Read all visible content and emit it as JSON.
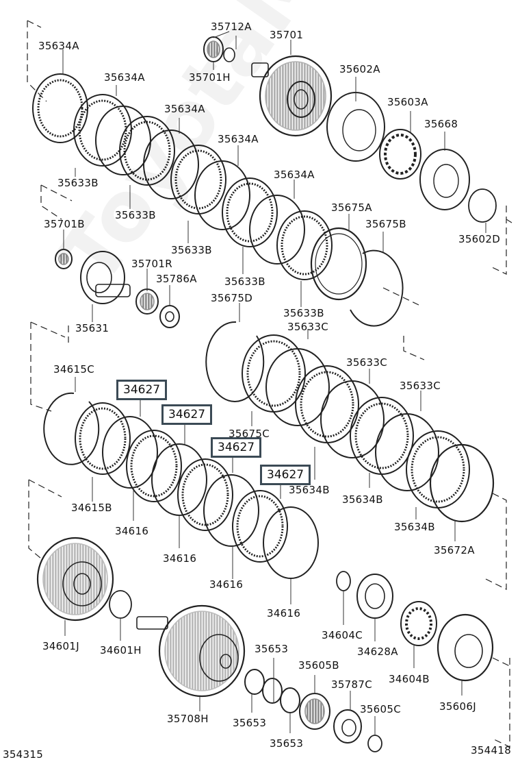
{
  "watermark": "ToyotaMatrix.ru",
  "labels": {
    "l_35634A_1": "35634A",
    "l_35634A_2": "35634A",
    "l_35634A_3": "35634A",
    "l_35634A_4": "35634A",
    "l_35634A_5": "35634A",
    "l_35712A": "35712A",
    "l_35701": "35701",
    "l_35701H": "35701H",
    "l_35602A": "35602A",
    "l_35603A": "35603A",
    "l_35668": "35668",
    "l_35602D": "35602D",
    "l_35633B_1": "35633B",
    "l_35633B_2": "35633B",
    "l_35633B_3": "35633B",
    "l_35633B_4": "35633B",
    "l_35633B_5": "35633B",
    "l_35675A": "35675A",
    "l_35675B": "35675B",
    "l_35701B": "35701B",
    "l_35701R": "35701R",
    "l_35786A": "35786A",
    "l_35631": "35631",
    "l_35675D": "35675D",
    "l_35633C_1": "35633C",
    "l_35633C_2": "35633C",
    "l_35633C_3": "35633C",
    "l_34615C": "34615C",
    "l_35675C": "35675C",
    "l_34615B": "34615B",
    "l_34616_1": "34616",
    "l_34616_2": "34616",
    "l_34616_3": "34616",
    "l_34616_4": "34616",
    "l_35634B_1": "35634B",
    "l_35634B_2": "35634B",
    "l_35634B_3": "35634B",
    "l_35672A": "35672A",
    "l_34604C": "34604C",
    "l_34628A": "34628A",
    "l_34604B": "34604B",
    "l_34601J": "34601J",
    "l_34601H": "34601H",
    "l_35653_1": "35653",
    "l_35653_2": "35653",
    "l_35653_3": "35653",
    "l_35605B": "35605B",
    "l_35787C": "35787C",
    "l_35605C": "35605C",
    "l_35606J": "35606J",
    "l_35708H": "35708H",
    "l_354315": "354315",
    "l_354418": "354418"
  },
  "highlighted": {
    "h1": "34627",
    "h2": "34627",
    "h3": "34627",
    "h4": "34627"
  }
}
